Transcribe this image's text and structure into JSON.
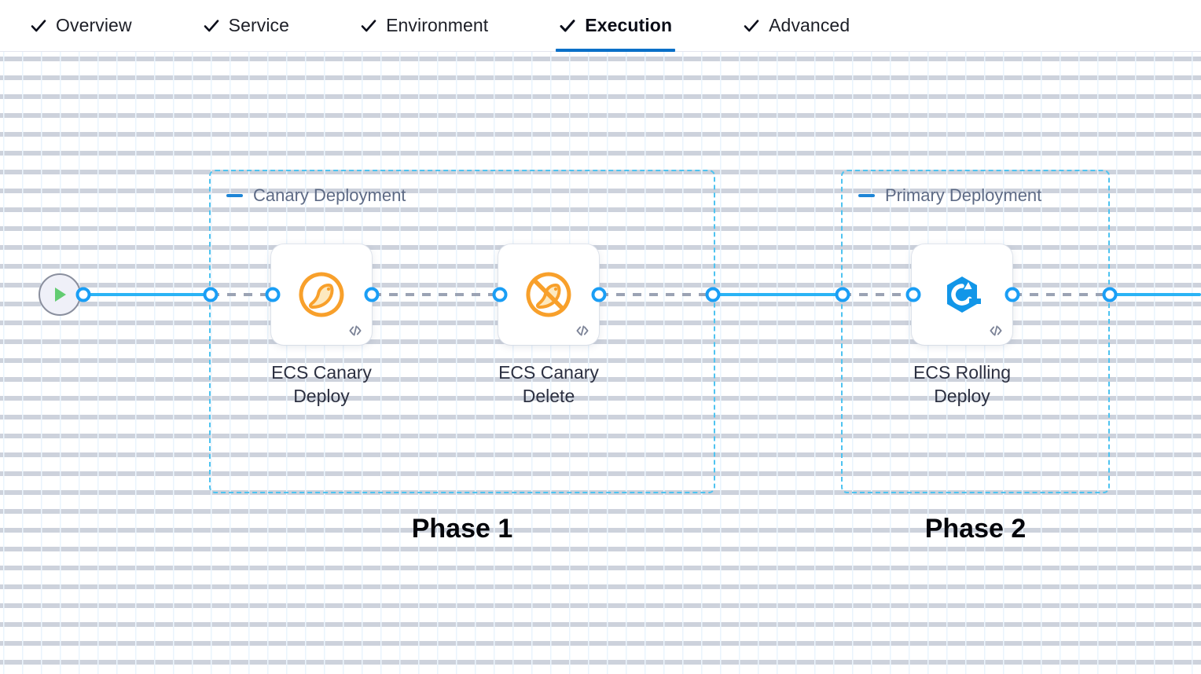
{
  "tabs": [
    {
      "id": "overview",
      "label": "Overview",
      "icon": "check-icon",
      "active": false
    },
    {
      "id": "service",
      "label": "Service",
      "icon": "check-icon",
      "active": false
    },
    {
      "id": "environment",
      "label": "Environment",
      "icon": "check-icon",
      "active": false
    },
    {
      "id": "execution",
      "label": "Execution",
      "icon": "check-icon",
      "active": true
    },
    {
      "id": "advanced",
      "label": "Advanced",
      "icon": "check-icon",
      "active": false
    }
  ],
  "canvas": {
    "start_node": {
      "name": "pipeline-start",
      "icon": "play-icon"
    },
    "groups": [
      {
        "id": "canary-deployment",
        "title": "Canary Deployment",
        "collapse_icon": "minus-icon",
        "phase_label": "Phase 1"
      },
      {
        "id": "primary-deployment",
        "title": "Primary Deployment",
        "collapse_icon": "minus-icon",
        "phase_label": "Phase 2"
      }
    ],
    "nodes": [
      {
        "id": "ecs-canary-deploy",
        "label": "ECS Canary\nDeploy",
        "icon": "canary-bird-icon",
        "badge_icon": "code-icon"
      },
      {
        "id": "ecs-canary-delete",
        "label": "ECS Canary\nDelete",
        "icon": "canary-bird-blocked-icon",
        "badge_icon": "code-icon"
      },
      {
        "id": "ecs-rolling-deploy",
        "label": "ECS Rolling\nDeploy",
        "icon": "rolling-deploy-icon",
        "badge_icon": "code-icon"
      }
    ]
  },
  "colors": {
    "accent_blue": "#0a70c8",
    "link_blue": "#2ab3f5",
    "port_blue": "#1a9ef5",
    "group_border": "#4ec3f0",
    "canary_orange": "#f8a02b",
    "rolling_blue": "#1296e8",
    "play_green": "#63cc72",
    "link_gray": "#9ba3b4",
    "group_title": "#5d6a85"
  }
}
